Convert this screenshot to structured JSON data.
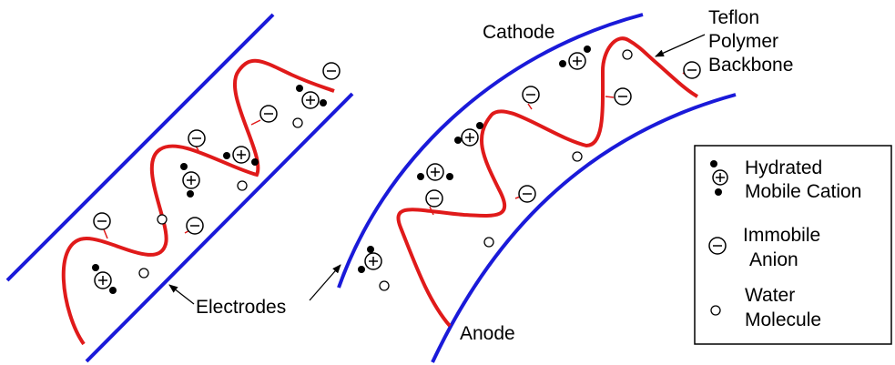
{
  "labels": {
    "cathode": "Cathode",
    "anode": "Anode",
    "electrodes": "Electrodes",
    "teflon_1": "Teflon",
    "teflon_2": "Polymer",
    "teflon_3": "Backbone"
  },
  "legend": {
    "cation_line1": "Hydrated",
    "cation_line2": "Mobile Cation",
    "anion_line1": "Immobile",
    "anion_line2": "Anion",
    "water_line1": "Water",
    "water_line2": "Molecule"
  },
  "symbols": {
    "plus": "+",
    "minus": "−"
  },
  "colors": {
    "electrode": "#1a1ad9",
    "backbone": "#e01a1a",
    "ink": "#000000"
  }
}
